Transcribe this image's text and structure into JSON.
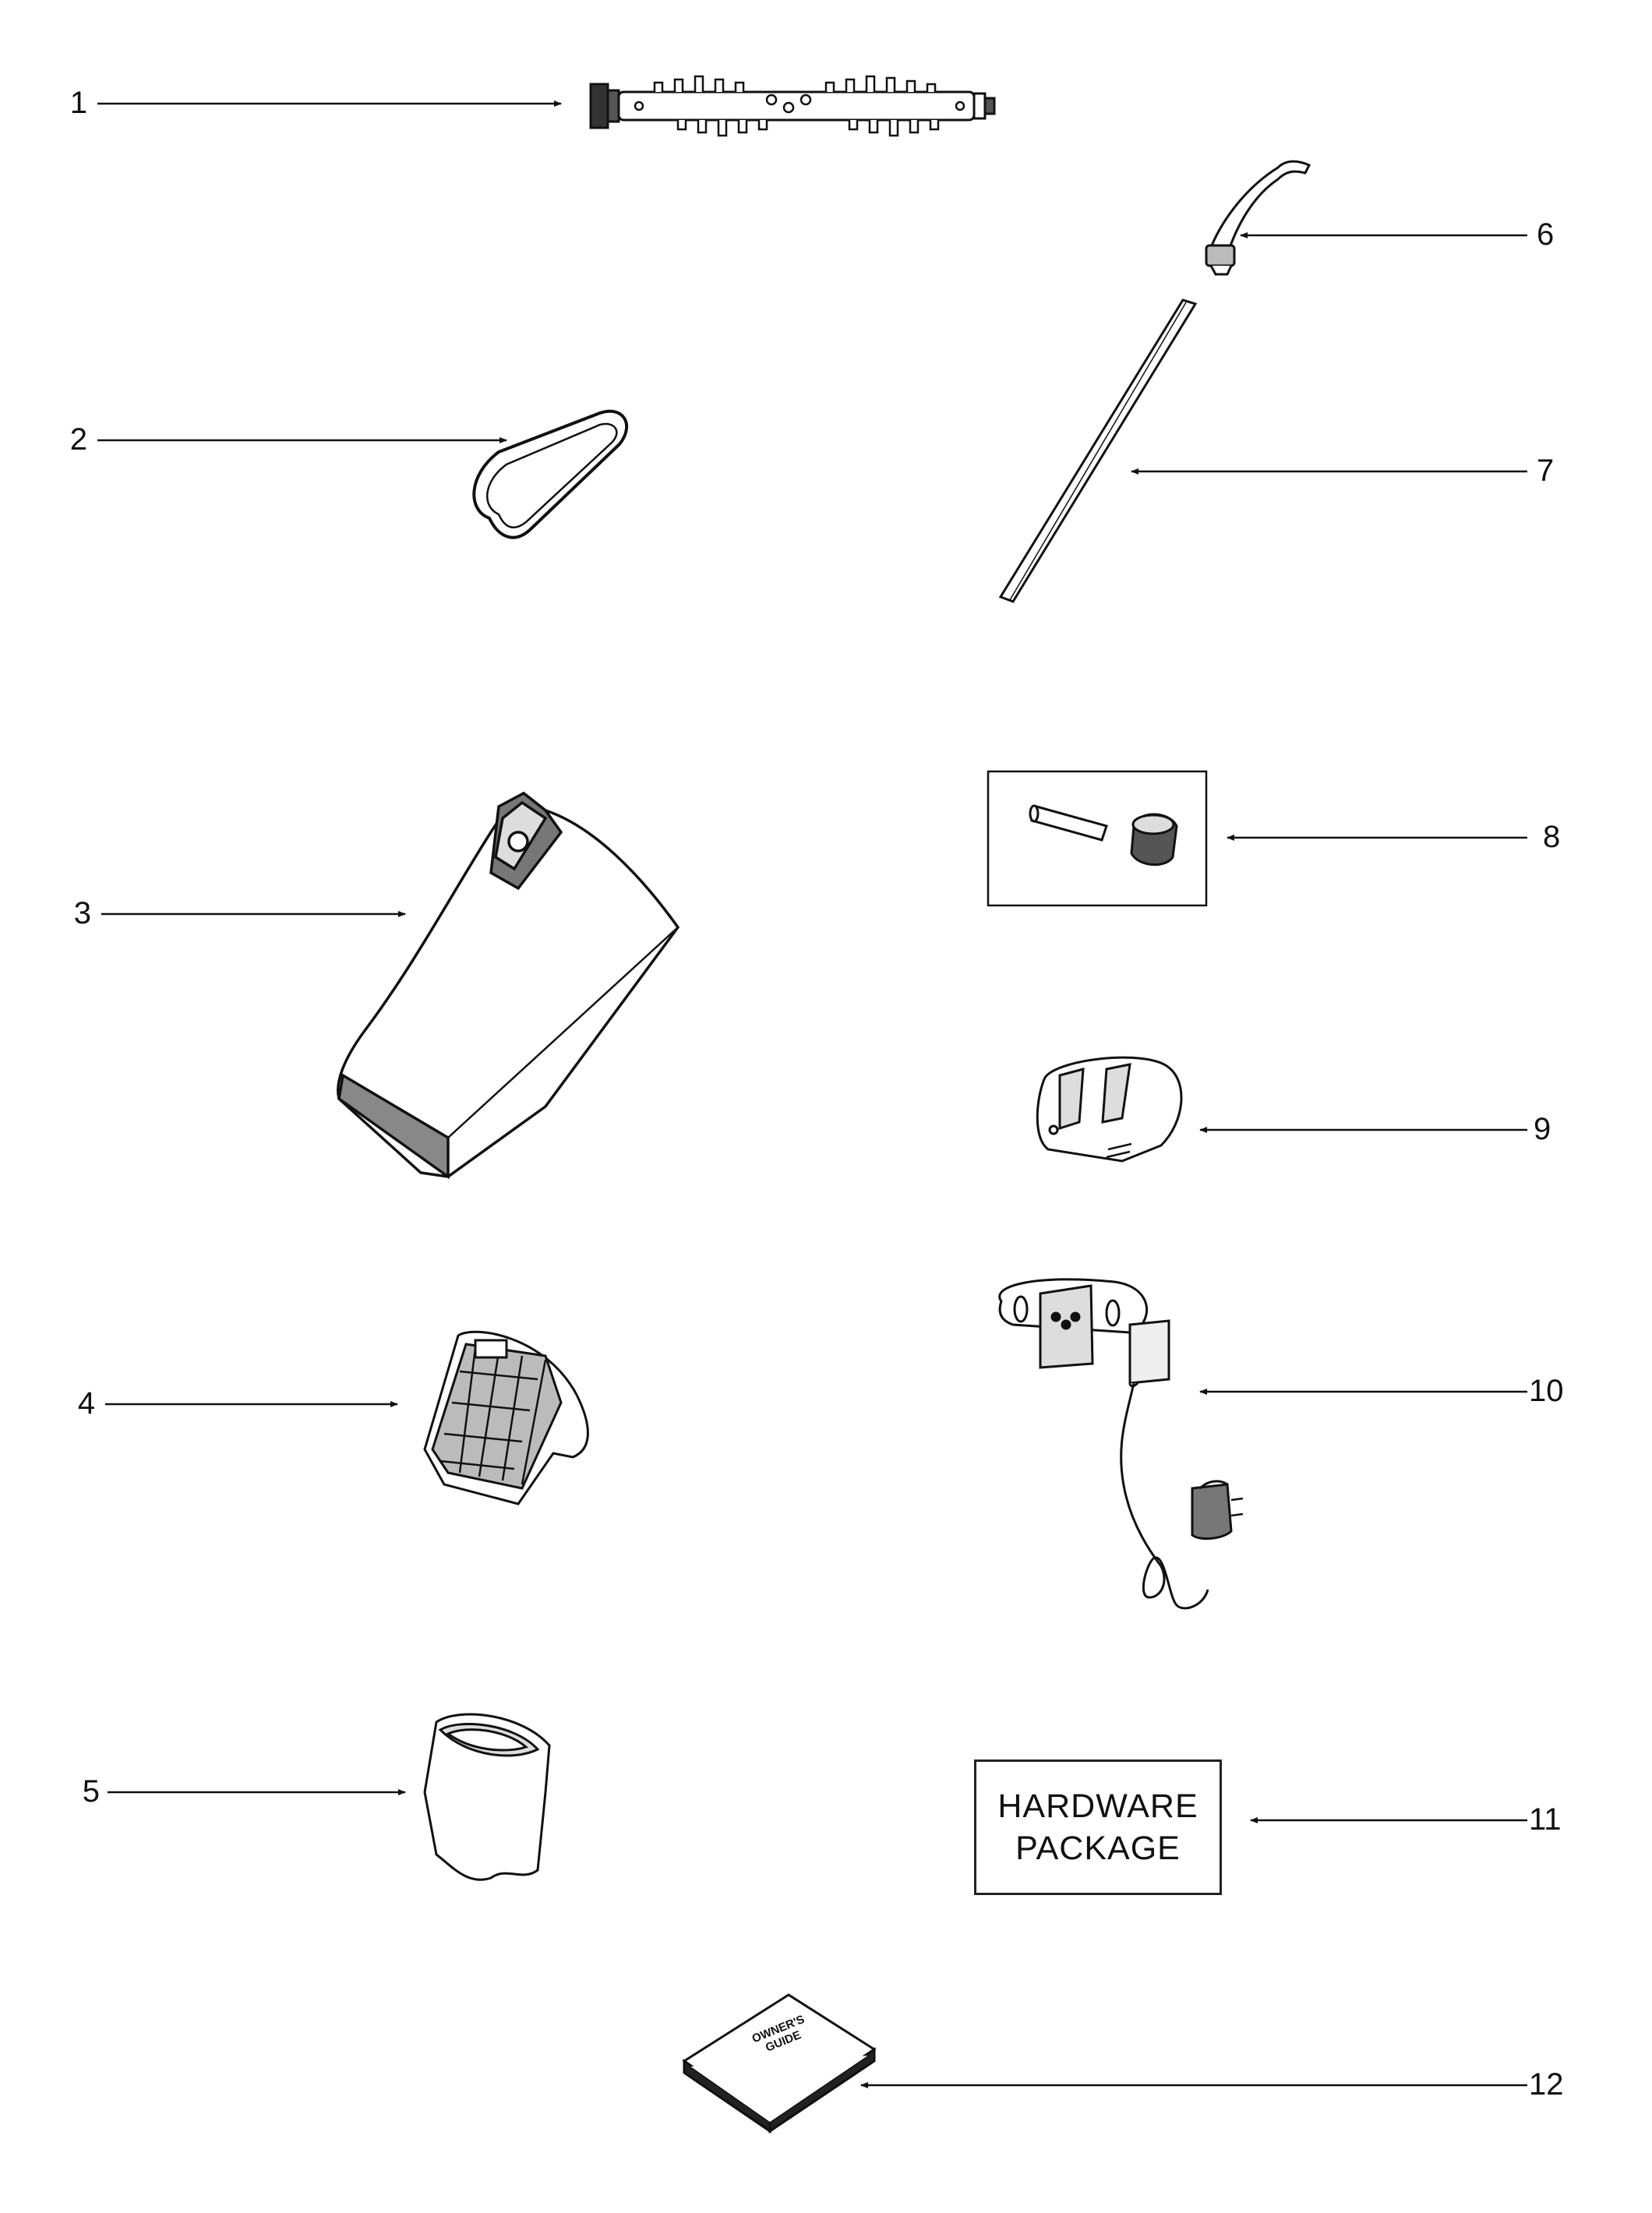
{
  "diagram": {
    "callouts": {
      "c1": "1",
      "c2": "2",
      "c3": "3",
      "c4": "4",
      "c5": "5",
      "c6": "6",
      "c7": "7",
      "c8": "8",
      "c9": "9",
      "c10": "10",
      "c11": "11",
      "c12": "12"
    },
    "hardware_package": {
      "line1": "HARDWARE",
      "line2": "PACKAGE"
    },
    "owners_guide": {
      "line1": "OWNER'S",
      "line2": "GUIDE"
    }
  },
  "colors": {
    "ink": "#111111",
    "paper": "#ffffff"
  },
  "icons": [
    "brushroll-icon",
    "belt-icon",
    "dirt-cup-icon",
    "filter-icon",
    "filter-sleeve-icon",
    "handle-icon",
    "extension-wand-icon",
    "axle-kit-icon",
    "battery-pack-icon",
    "charger-icon",
    "hardware-package-icon",
    "owners-guide-icon"
  ]
}
